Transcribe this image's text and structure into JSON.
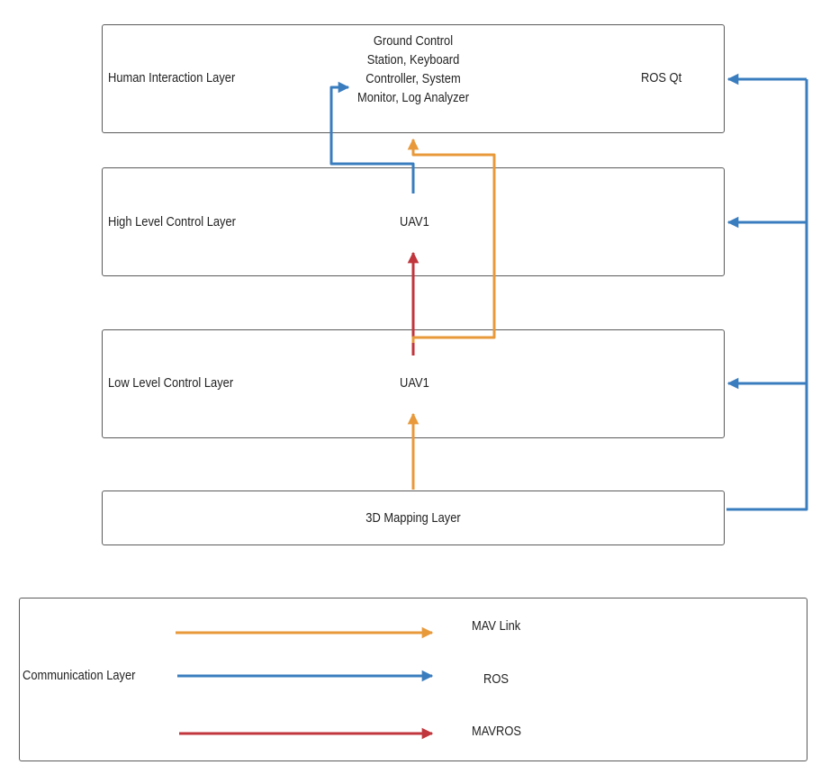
{
  "layers": {
    "human": {
      "label": "Human Interaction Layer",
      "center_text": "Ground Control Station, Keyboard Controller, System Monitor, Log Analyzer",
      "right_text": "ROS Qt"
    },
    "high": {
      "label": "High Level Control Layer",
      "center_text": "UAV1"
    },
    "low": {
      "label": "Low Level Control Layer",
      "center_text": "UAV1"
    },
    "mapping": {
      "label": "3D Mapping Layer"
    }
  },
  "legend": {
    "title": "Communication Layer",
    "items": [
      {
        "label": "MAV Link",
        "color": "#e8993a"
      },
      {
        "label": "ROS",
        "color": "#3a7dbf"
      },
      {
        "label": "MAVROS",
        "color": "#c0363c"
      }
    ]
  },
  "colors": {
    "mavlink": "#e8993a",
    "ros": "#3a7dbf",
    "mavros": "#c0363c"
  }
}
